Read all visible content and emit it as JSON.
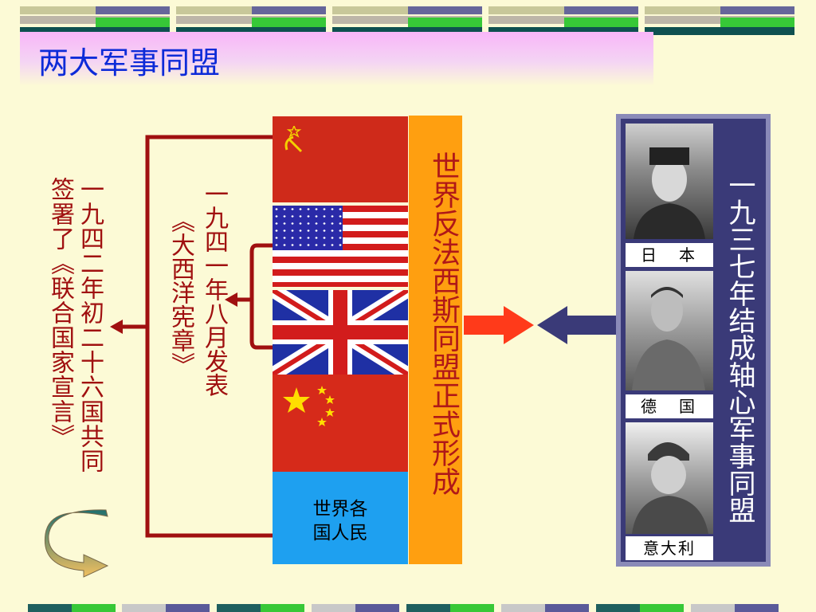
{
  "slide": {
    "title": "两大军事同盟",
    "left_note": "一九四二年初二十六国共同签署了《联合国家宣言》",
    "left_note_line1": "一九四二年初二十六国共同",
    "left_note_line2": "签署了《联合国家宣言》",
    "charter_note_line1": "一九四一年八月发表",
    "charter_note_line2": "《大西洋宪章》",
    "allied_formation": "世界反法西斯同盟正式形成",
    "people_line1": "世界各",
    "people_line2": "国人民",
    "axis_formation": "一九三七年结成轴心军事同盟",
    "axis_countries": [
      "日　本",
      "德　国",
      "意大利"
    ]
  },
  "flags": [
    {
      "country": "soviet-union",
      "icon": "hammer-sickle-icon"
    },
    {
      "country": "united-states",
      "icon": "stars-and-stripes-icon"
    },
    {
      "country": "united-kingdom",
      "icon": "union-jack-icon"
    },
    {
      "country": "china",
      "icon": "five-stars-icon"
    }
  ],
  "colors": {
    "background": "#fcfad6",
    "title": "#0d2bd8",
    "note_red": "#a01010",
    "orange_column": "#ff9f10",
    "axis_panel": "#3a3a78",
    "people_box": "#1ea0f0",
    "arrow_red": "#ff3a1a",
    "arrow_navy": "#3a3a78"
  }
}
